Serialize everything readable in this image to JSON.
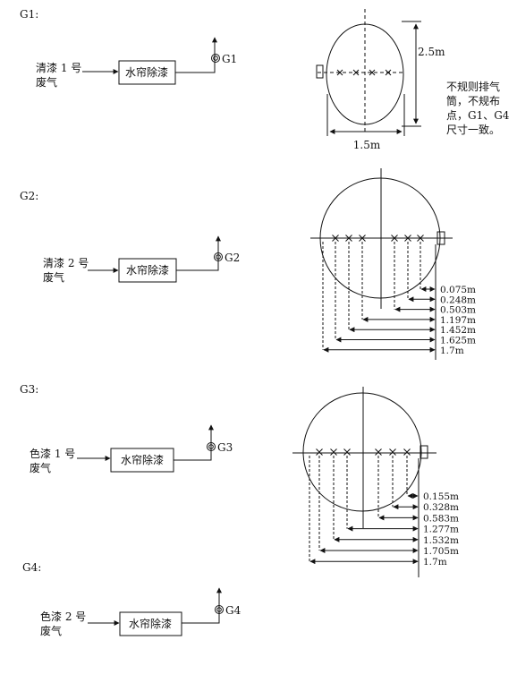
{
  "colors": {
    "ink": "#111111",
    "background": "#ffffff"
  },
  "sections": [
    {
      "id": "G1",
      "label": "G1:",
      "source_line1": "清漆 1 号",
      "source_line2": "废气",
      "process": "水帘除漆",
      "outlet": "G1",
      "dimensions": {
        "height": "2.5m",
        "width": "1.5m"
      },
      "note_lines": [
        "不规则排气",
        "筒，不规布",
        "点，G1、G4",
        "尺寸一致。"
      ]
    },
    {
      "id": "G2",
      "label": "G2:",
      "source_line1": "清漆 2 号",
      "source_line2": "废气",
      "process": "水帘除漆",
      "outlet": "G2",
      "distances": [
        "0.075m",
        "0.248m",
        "0.503m",
        "1.197m",
        "1.452m",
        "1.625m",
        "1.7m"
      ]
    },
    {
      "id": "G3",
      "label": "G3:",
      "source_line1": "色漆 1 号",
      "source_line2": "废气",
      "process": "水帘除漆",
      "outlet": "G3",
      "distances": [
        "0.155m",
        "0.328m",
        "0.583m",
        "1.277m",
        "1.532m",
        "1.705m",
        "1.7m"
      ]
    },
    {
      "id": "G4",
      "label": "G4:",
      "source_line1": "色漆 2 号",
      "source_line2": "废气",
      "process": "水帘除漆",
      "outlet": "G4"
    }
  ]
}
